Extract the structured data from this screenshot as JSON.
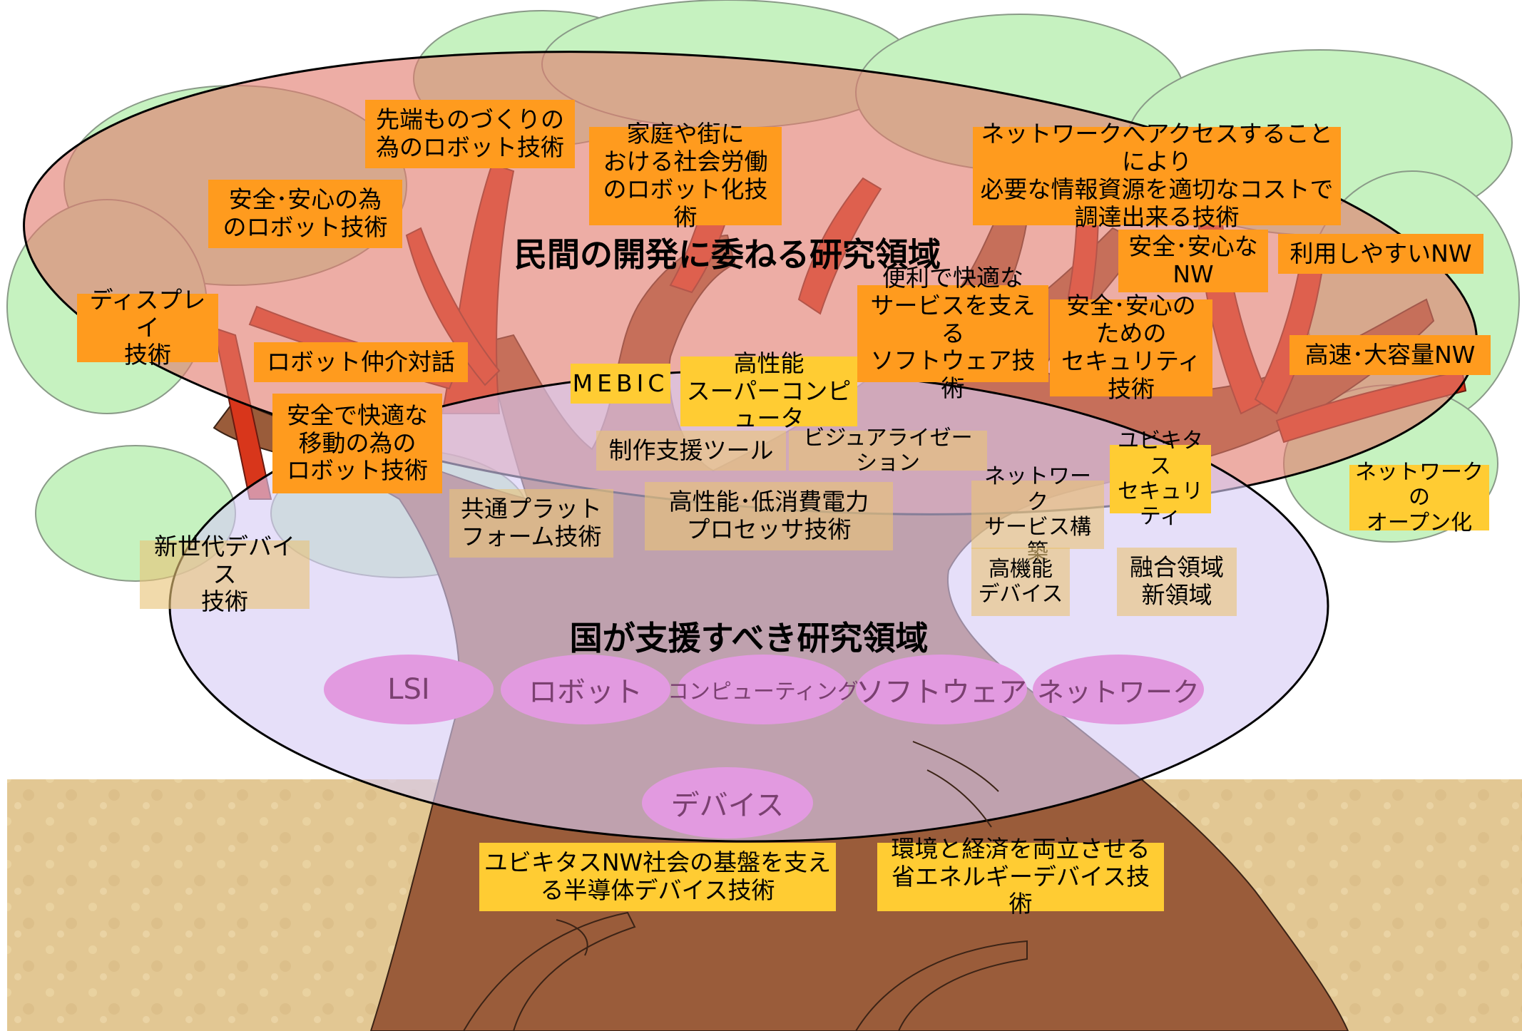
{
  "titles": {
    "private_domain": "民間の開発に委ねる研究領域",
    "national_domain": "国が支援すべき研究領域"
  },
  "colors": {
    "sky": "#ffffff",
    "ground": "#e2c793",
    "foliage": "#c6f2c0",
    "private_ellipse": "#e58a7d",
    "national_ellipse": "#d8d0f4",
    "trunk": "#9a5c3a",
    "branch_red": "#d8361b",
    "label_orange": "#ff9b1e",
    "label_yellow": "#ffcc33",
    "pill": "#e29ae0"
  },
  "labels": {
    "robot_manufacturing": "先端ものづくりの\n為のロボット技術",
    "robot_society": "家庭や街に\nおける社会労働\nのロボット化技術",
    "robot_safety": "安全･安心の為\nのロボット技術",
    "network_access": "ネットワークへアクセスすることにより\n必要な情報資源を適切なコストで\n調達出来る技術",
    "display": "ディスプレイ\n技術",
    "robot_dialog": "ロボット仲介対話",
    "robot_mobility": "安全で快適な\n移動の為の\nロボット技術",
    "safe_nw": "安全･安心な\nNW",
    "easy_nw": "利用しやすいNW",
    "service_software": "便利で快適な\nサービスを支える\nソフトウェア技術",
    "security_tech": "安全･安心の\nための\nセキュリティ技術",
    "highspeed_nw": "高速･大容量NW",
    "mebic": "MEBIC",
    "supercomputer": "高性能\nスーパーコンピュータ",
    "production_tool": "制作支援ツール",
    "visualization": "ビジュアライゼーション",
    "ubiquitous_security": "ユビキタス\nセキュリティ",
    "network_open": "ネットワークの\nオープン化",
    "common_platform": "共通プラット\nフォーム技術",
    "processor": "高性能･低消費電力\nプロセッサ技術",
    "network_service": "ネットワーク\nサービス構築",
    "next_device": "新世代デバイス\n技術",
    "high_function_device": "高機能\nデバイス",
    "fusion": "融合領域\n新領域",
    "ubiquitous_semiconductor": "ユビキタスNW社会の基盤を支え\nる半導体デバイス技術",
    "energy_saving_device": "環境と経済を両立させる\n省エネルギーデバイス技術"
  },
  "pills": {
    "lsi": "LSI",
    "robot": "ロボット",
    "computing": "コンピューティング",
    "software": "ソフトウェア",
    "network": "ネットワーク",
    "device": "デバイス"
  }
}
